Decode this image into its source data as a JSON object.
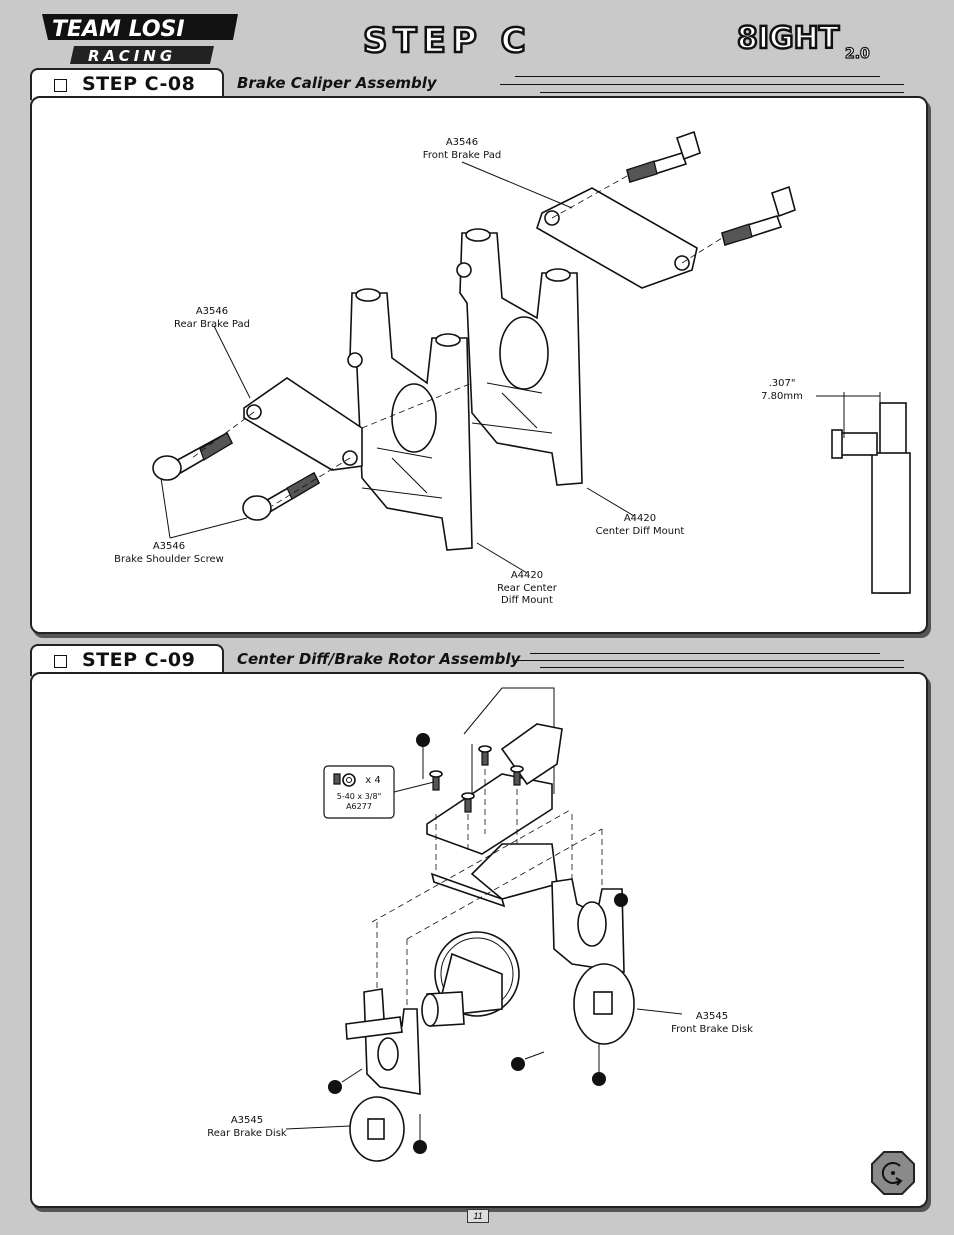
{
  "header": {
    "brand_top": "TEAM LOSI",
    "brand_bottom": "RACING",
    "page_title": "STEP C",
    "model_name": "8IGHT",
    "model_version": "2.0"
  },
  "step_c08": {
    "step_label": "STEP C-08",
    "title": "Brake Caliper Assembly",
    "callouts": {
      "front_pad_part": "A3546",
      "front_pad_name": "Front Brake Pad",
      "rear_pad_part": "A3546",
      "rear_pad_name": "Rear Brake Pad",
      "screw_part": "A3546",
      "screw_name": "Brake Shoulder Screw",
      "center_mount_part": "A4420",
      "center_mount_name": "Center Diff Mount",
      "rear_mount_part": "A4420",
      "rear_mount_name_1": "Rear Center",
      "rear_mount_name_2": "Diff Mount",
      "dim_in": ".307\"",
      "dim_mm": "7.80mm"
    }
  },
  "step_c09": {
    "step_label": "STEP C-09",
    "title": "Center Diff/Brake Rotor Assembly",
    "hardware": {
      "quantity": "x 4",
      "size": "5-40 x 3/8\"",
      "part": "A6277"
    },
    "callouts": {
      "front_disk_part": "A3545",
      "front_disk_name": "Front Brake Disk",
      "rear_disk_part": "A3545",
      "rear_disk_name": "Rear Brake Disk"
    }
  },
  "footer": {
    "page_number": "11",
    "action_icon": "turn-over-page-icon"
  }
}
